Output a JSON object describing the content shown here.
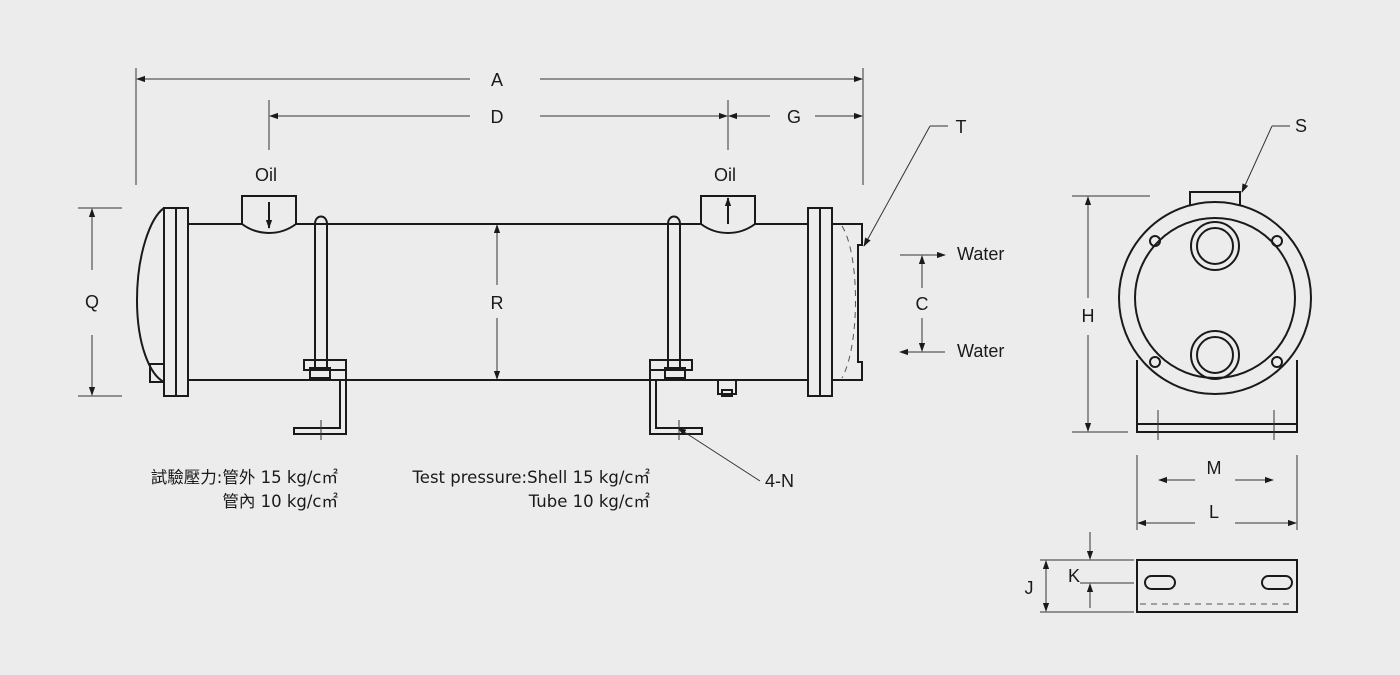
{
  "diagram": {
    "dimension_labels": {
      "a": "A",
      "d": "D",
      "g": "G",
      "t": "T",
      "s": "S",
      "q": "Q",
      "r": "R",
      "c": "C",
      "h": "H",
      "m": "M",
      "l": "L",
      "j": "J",
      "k": "K",
      "n": "4-N"
    },
    "port_labels": {
      "oil_left": "Oil",
      "oil_right": "Oil",
      "water_top": "Water",
      "water_bottom": "Water"
    },
    "notes": {
      "cn_line1": "試驗壓力:管外 15 kg/c㎡",
      "cn_line2": "管內 10 kg/c㎡",
      "en_line1": "Test pressure:Shell 15 kg/c㎡",
      "en_line2": "Tube 10 kg/c㎡"
    }
  }
}
